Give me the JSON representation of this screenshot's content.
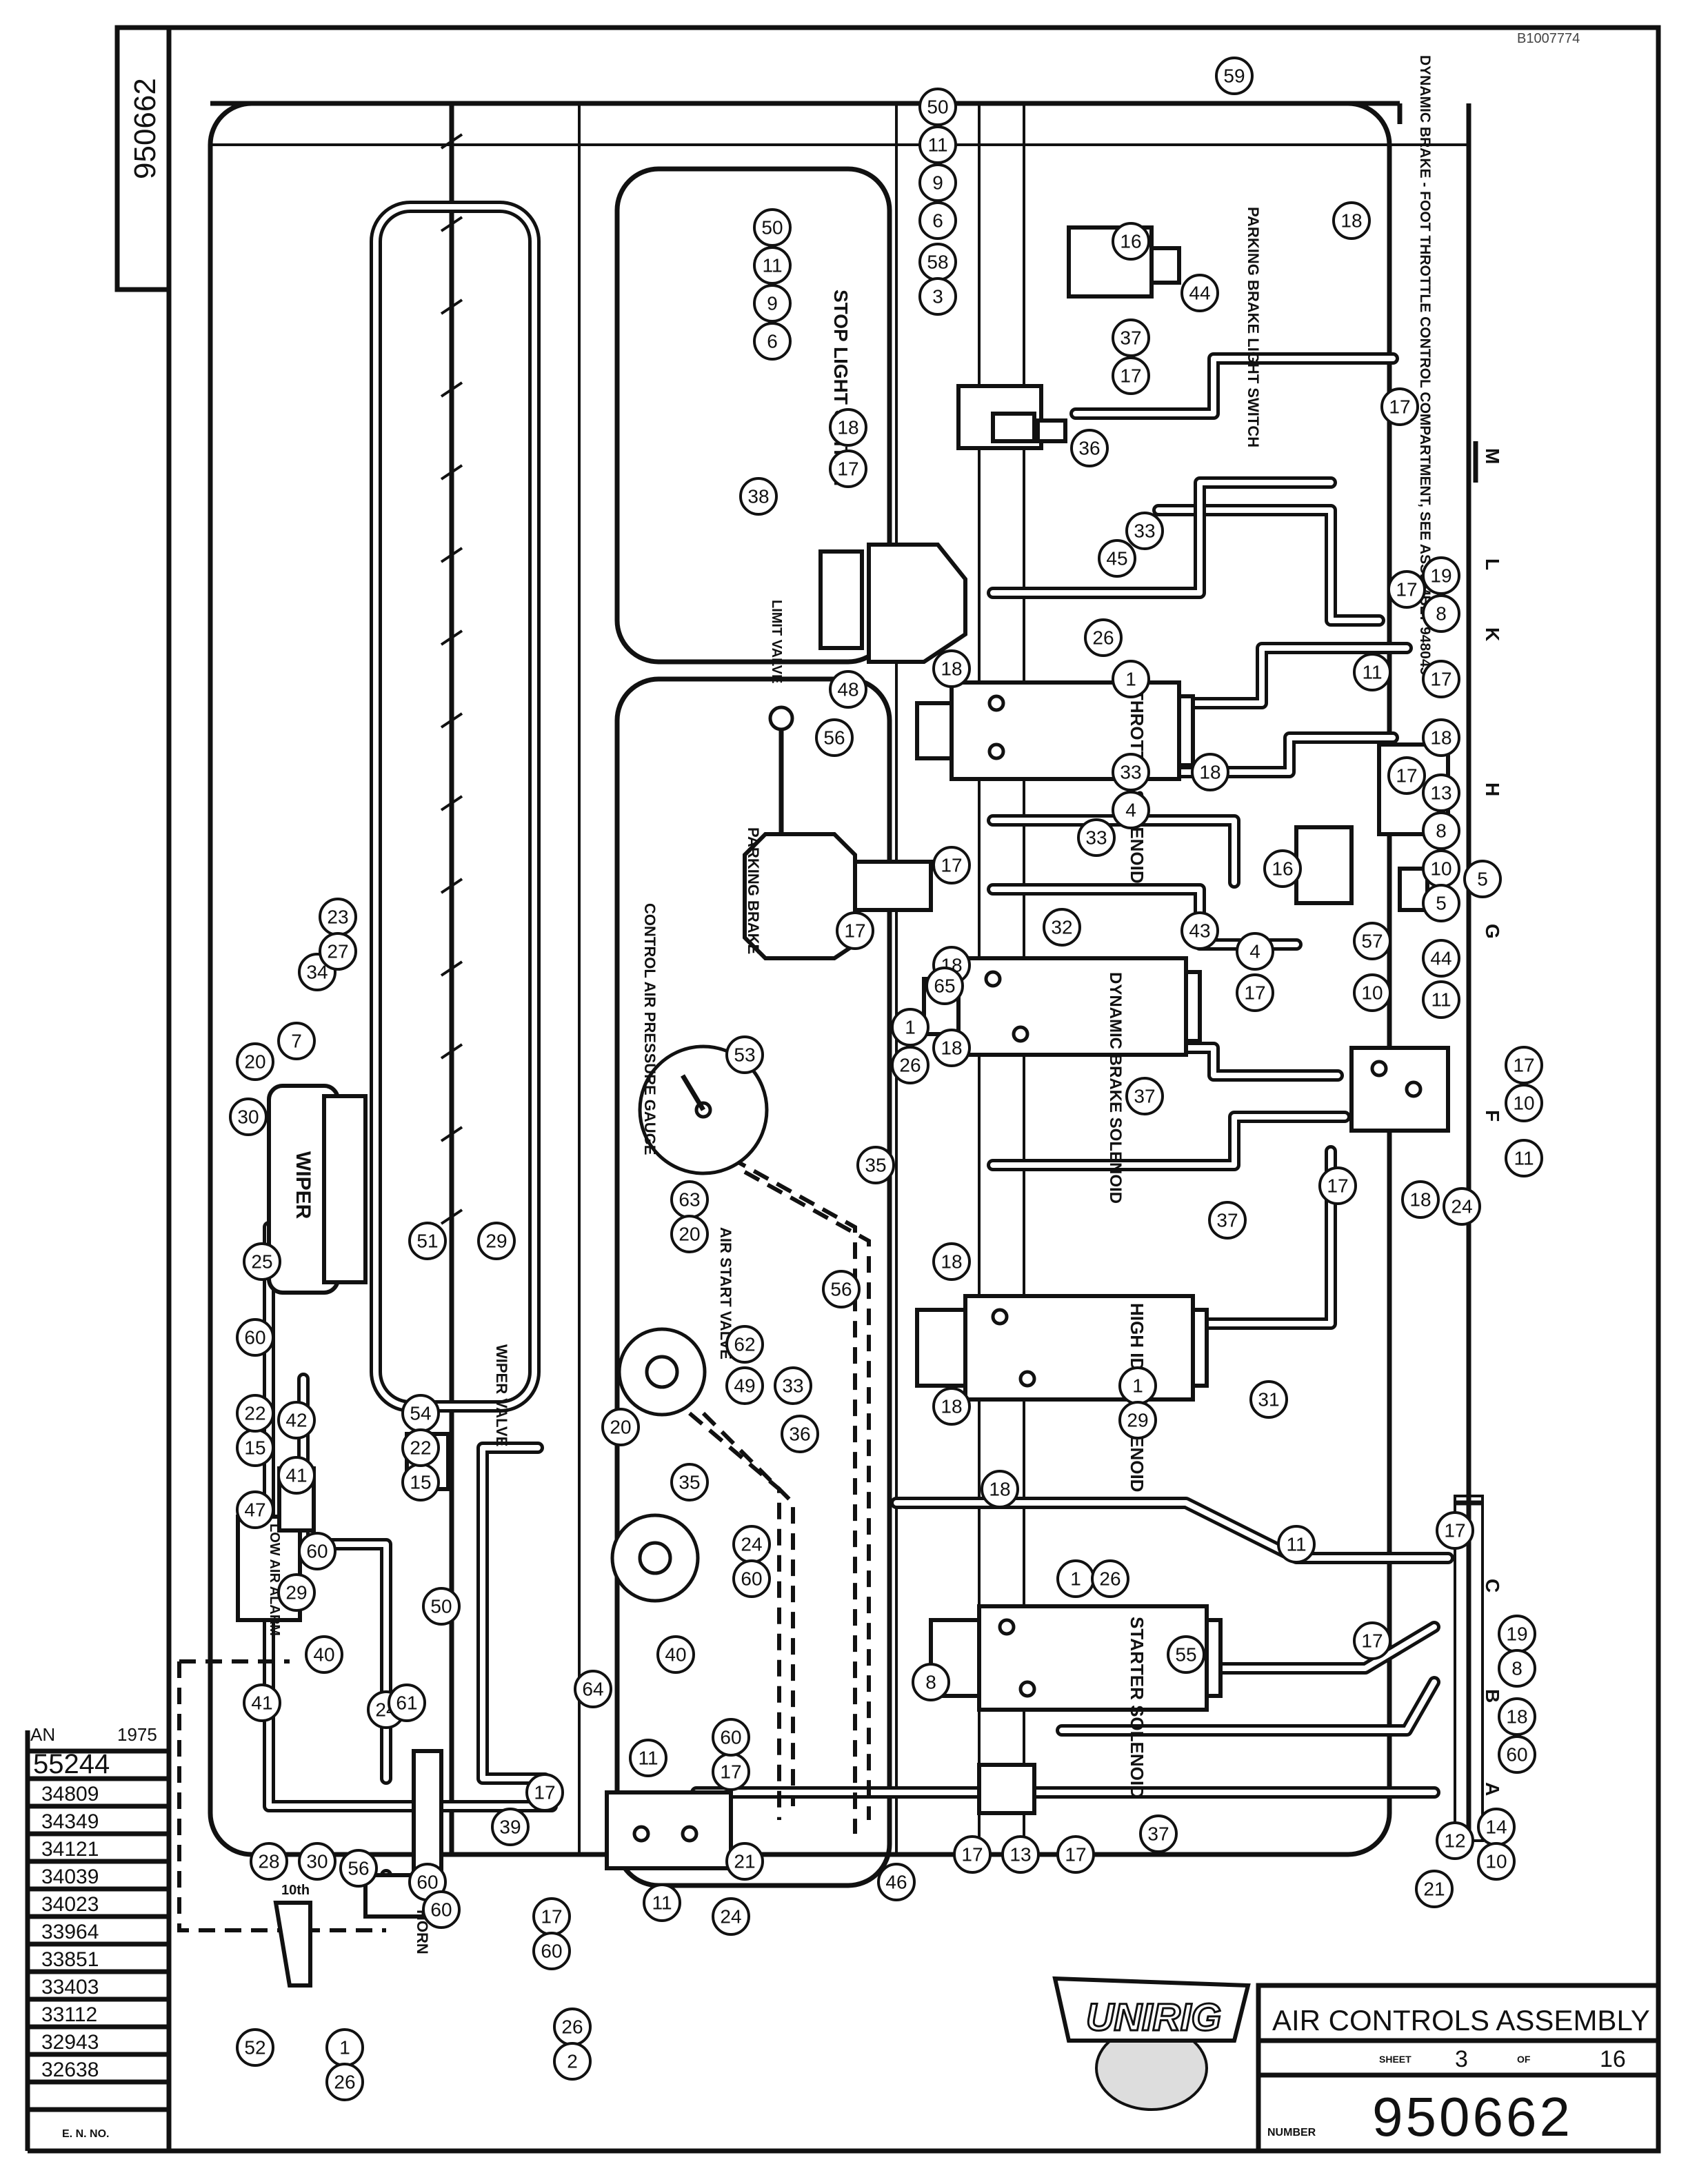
{
  "drawing": {
    "top_number": "950662",
    "corner_code": "B1007774",
    "logo_text": "UNIRIG",
    "title": "AIR CONTROLS ASSEMBLY",
    "sheet_label": "SHEET",
    "sheet": "3",
    "of_label": "OF",
    "sheets_total": "16",
    "number_label": "NUMBER",
    "number": "950662"
  },
  "revision_block": {
    "header_left": "AN",
    "header_right": "1975",
    "entries": [
      "55244",
      "34809",
      "34349",
      "34121",
      "34039",
      "34023",
      "33964",
      "33851",
      "33403",
      "33112",
      "32943",
      "32638"
    ],
    "footer": "E. N. NO."
  },
  "component_labels": {
    "stop_light_switch": "STOP LIGHT SWITCH",
    "parking_brake_light_switch": "PARKING BRAKE LIGHT SWITCH",
    "dynamic_brake_note": "DYNAMIC BRAKE - FOOT THROTTLE CONTROL COMPARTMENT, SEE ASSEMBLY 948045",
    "limit_valve": "LIMIT VALVE",
    "throttle_solenoid": "THROTTLE SOLENOID",
    "parking_brake": "PARKING BRAKE",
    "control_air_pressure_gauge": "CONTROL AIR PRESSURE GAUGE",
    "dynamic_brake_solenoid": "DYNAMIC BRAKE SOLENOID",
    "air_start_valve": "AIR START VALVE",
    "high_idle_solenoid": "HIGH IDLE SOLENOID",
    "wiper_valve": "WIPER VALVE",
    "starter_solenoid": "STARTER SOLENOID",
    "wiper": "WIPER",
    "low_air_alarm": "LOW AIR ALARM",
    "horn": "HORN",
    "horn_note": "10th"
  },
  "port_letters": [
    "M",
    "L",
    "K",
    "H",
    "G",
    "F",
    "C",
    "B",
    "A"
  ],
  "item_numbers": {
    "n1": "1",
    "n2": "2",
    "n3": "3",
    "n4": "4",
    "n5": "5",
    "n6": "6",
    "n7": "7",
    "n8": "8",
    "n9": "9",
    "n10": "10",
    "n11": "11",
    "n12": "12",
    "n13": "13",
    "n14": "14",
    "n15": "15",
    "n16": "16",
    "n17": "17",
    "n18": "18",
    "n19": "19",
    "n20": "20",
    "n21": "21",
    "n22": "22",
    "n23": "23",
    "n24": "24",
    "n25": "25",
    "n26": "26",
    "n27": "27",
    "n28": "28",
    "n29": "29",
    "n30": "30",
    "n31": "31",
    "n32": "32",
    "n33": "33",
    "n34": "34",
    "n35": "35",
    "n36": "36",
    "n37": "37",
    "n38": "38",
    "n39": "39",
    "n40": "40",
    "n41": "41",
    "n42": "42",
    "n43": "43",
    "n44": "44",
    "n45": "45",
    "n46": "46",
    "n47": "47",
    "n48": "48",
    "n49": "49",
    "n50": "50",
    "n51": "51",
    "n52": "52",
    "n53": "53",
    "n54": "54",
    "n55": "55",
    "n56": "56",
    "n57": "57",
    "n58": "58",
    "n59": "59",
    "n60": "60",
    "n61": "61",
    "n62": "62",
    "n63": "63",
    "n64": "64",
    "n65": "65"
  }
}
